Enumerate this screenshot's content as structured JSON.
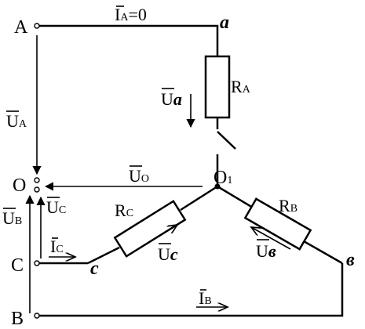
{
  "nodes": {
    "A": "A",
    "B": "B",
    "C": "C",
    "O": "O",
    "O1_main": "O",
    "O1_sub": "1",
    "a": "a",
    "b": "в",
    "c": "c"
  },
  "currents": {
    "IA_main": "I",
    "IA_sub": "A",
    "IA_eq": "=0",
    "IB_main": "I",
    "IB_sub": "B",
    "IC_main": "I",
    "IC_sub": "C"
  },
  "voltages": {
    "UA_main": "U",
    "UA_sub": "A",
    "UB_main": "U",
    "UB_sub": "B",
    "UC_main": "U",
    "UC_sub": "C",
    "UO_main": "U",
    "UO_sub": "O",
    "Ua_main": "U",
    "Ua_sub": "a",
    "Ub_main": "U",
    "Ub_sub": "в",
    "Uc_main": "U",
    "Uc_sub": "c"
  },
  "resistors": {
    "RA_main": "R",
    "RA_sub": "A",
    "RB_main": "R",
    "RB_sub": "B",
    "RC_main": "R",
    "RC_sub": "C"
  }
}
